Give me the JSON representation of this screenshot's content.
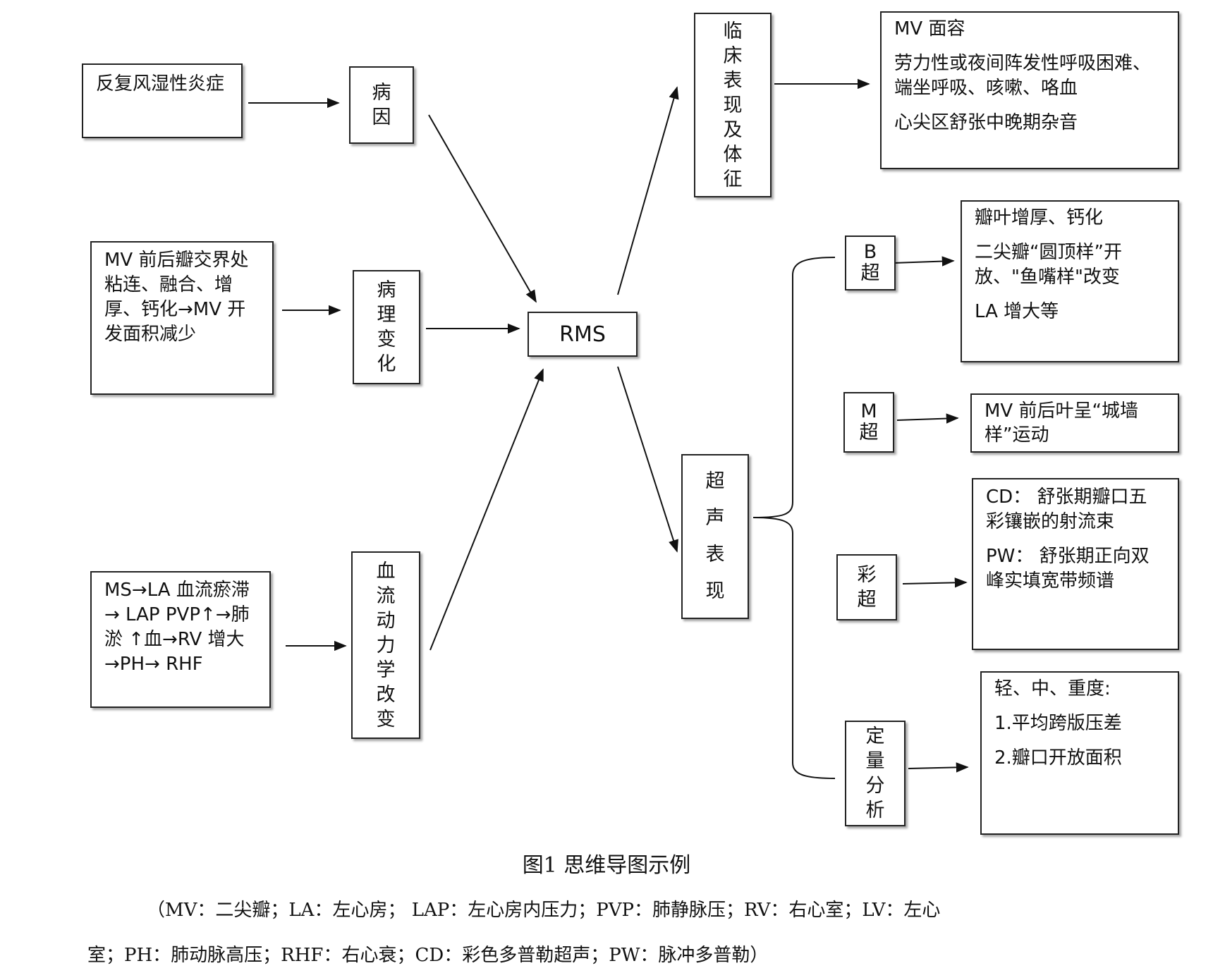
{
  "center": "RMS",
  "etiology": {
    "label": "病因",
    "detail": [
      "反复风湿性炎症"
    ]
  },
  "pathology": {
    "label": "病理变化",
    "detail": [
      "MV 前后瓣交界处粘连、融合、增厚、钙化→MV 开发面积减少"
    ]
  },
  "hemodynamics": {
    "label": "血流动力学改变",
    "detail": [
      "MS→LA 血流瘀滞→ LAP PVP↑→肺淤 ↑血→RV 增大→PH→ RHF"
    ]
  },
  "clinical": {
    "label": "临床表现及体征",
    "detail": [
      "MV 面容",
      "劳力性或夜间阵发性呼吸困难、端坐呼吸、咳嗽、咯血",
      "心尖区舒张中晚期杂音"
    ]
  },
  "ultrasound": {
    "label": "超声表现",
    "branches": [
      {
        "label": "B 超",
        "detail": [
          "瓣叶增厚、钙化",
          "二尖瓣“圆顶样”开放、\"鱼嘴样\"改变",
          "LA 增大等"
        ]
      },
      {
        "label": "M 超",
        "detail": [
          "MV 前后叶呈“城墙样”运动"
        ]
      },
      {
        "label": "彩超",
        "detail": [
          "CD： 舒张期瓣口五彩镶嵌的射流束",
          "PW： 舒张期正向双峰实填宽带频谱"
        ]
      },
      {
        "label": "定量分析",
        "detail": [
          "轻、中、重度:",
          "1.平均跨版压差",
          "2.瓣口开放面积"
        ]
      }
    ]
  },
  "caption": "图1 思维导图示例",
  "abbreviations": {
    "line1": "（MV：二尖瓣；LA：左心房； LAP：左心房内压力；PVP：肺静脉压；RV：右心室；LV：左心",
    "line2": "室；PH：肺动脉高压；RHF：右心衰；CD：彩色多普勒超声；PW：脉冲多普勒）"
  }
}
